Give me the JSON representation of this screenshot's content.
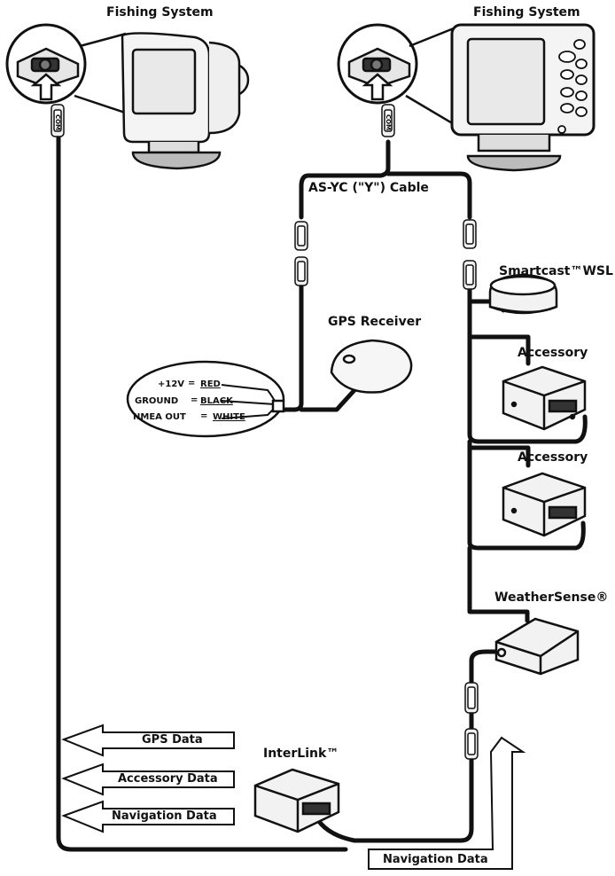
{
  "labels": {
    "fishing_system_left": "Fishing System",
    "fishing_system_right": "Fishing System",
    "y_cable": "AS-YC (\"Y\") Cable",
    "smartcast": "Smartcast™WSL",
    "gps_receiver": "GPS Receiver",
    "accessory_1": "Accessory",
    "accessory_2": "Accessory",
    "weathersense": "WeatherSense®",
    "interlink": "InterLink™"
  },
  "wiring": {
    "plus12v": "+12V",
    "ground": "GROUND",
    "nmea_out": "NMEA OUT",
    "red": "RED",
    "black": "BLACK",
    "white": "WHITE",
    "eq": "="
  },
  "arrows": {
    "gps_data": "GPS Data",
    "accessory_data": "Accessory Data",
    "navigation_data_left": "Navigation Data",
    "navigation_data_bottom": "Navigation Data"
  },
  "connector_text": "COM"
}
